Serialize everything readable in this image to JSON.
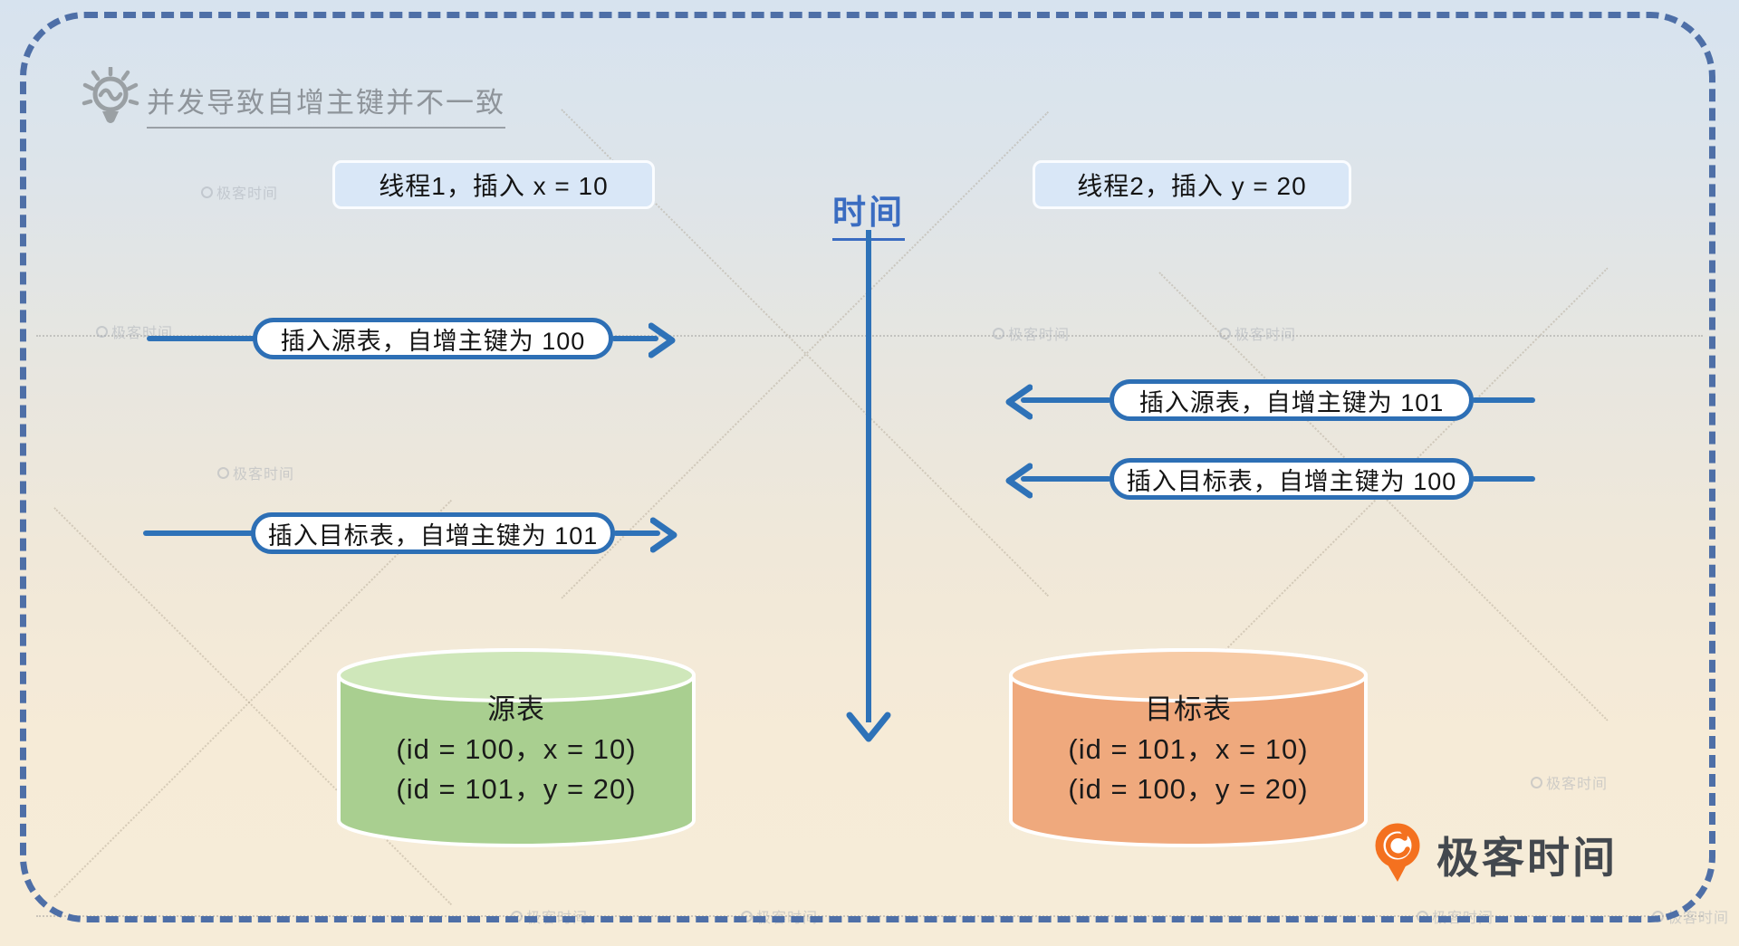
{
  "title": "并发导致自增主键并不一致",
  "threads": {
    "t1": "线程1，插入 x = 10",
    "t2": "线程2，插入 y = 20"
  },
  "timeline": {
    "label": "时间"
  },
  "steps": [
    {
      "label": "插入源表，自增主键为 100",
      "side": "left"
    },
    {
      "label": "插入源表，自增主键为 101",
      "side": "right"
    },
    {
      "label": "插入目标表，自增主键为 100",
      "side": "right"
    },
    {
      "label": "插入目标表，自增主键为 101",
      "side": "left"
    }
  ],
  "databases": {
    "source": {
      "name": "源表",
      "rows": [
        "(id = 100，x = 10)",
        "(id = 101，y = 20)"
      ]
    },
    "target": {
      "name": "目标表",
      "rows": [
        "(id = 101，x = 10)",
        "(id = 100，y = 20)"
      ]
    }
  },
  "branding": {
    "logo_text": "极客时间",
    "watermark_text": "极客时间"
  },
  "colors": {
    "accent_blue": "#2e72b8",
    "time_blue": "#3a6cc1",
    "frame_blue": "#4e6fa7",
    "title_gray": "#8e949a",
    "thread_box_bg": "#d9e7f7",
    "source_body": "#a9cf90",
    "source_top": "#cfe7ba",
    "target_body": "#efa97d",
    "target_top": "#f7cba6",
    "logo_orange": "#f4711f"
  }
}
